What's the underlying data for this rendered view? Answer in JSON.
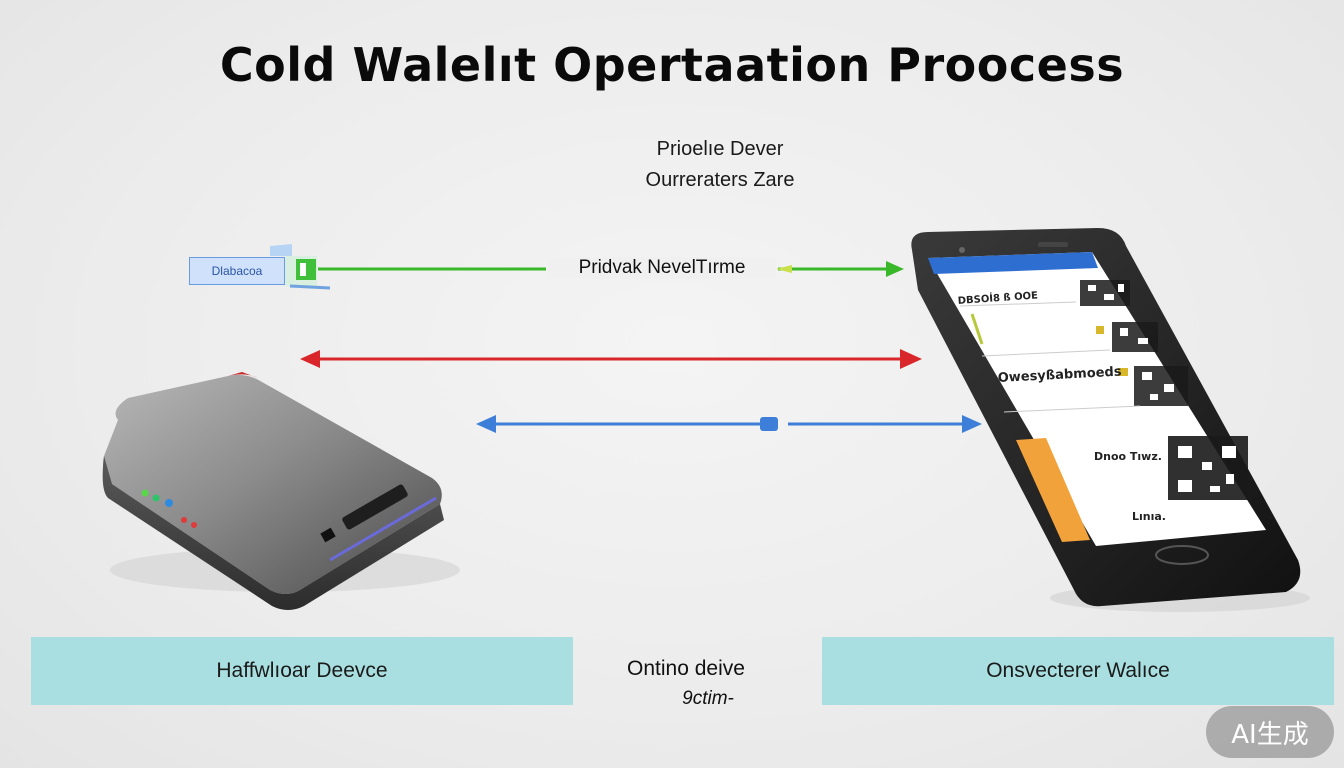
{
  "title": "Cold Walelıt Opertaation Proocess",
  "top_labels": [
    "Prioelıe Dever",
    "Ourreraters Zare"
  ],
  "usb_label": "Dlabacoa",
  "arrow_label": "Pridvak NevelTırme",
  "phone_screen": {
    "row1": "DBSOİ8 ß OOE",
    "row2": "Owesyßabmoeds",
    "row3": "Dnoo\nTıwz.",
    "row4": "Lınıa."
  },
  "panels": {
    "left": "Haffwlıoar Deevce",
    "right": "Onsvecterer Walıce"
  },
  "middle_labels": [
    "Ontino deive",
    "9ctim-"
  ],
  "badge": "AI生成",
  "colors": {
    "green_arrow": "#39b82a",
    "red_arrow": "#d9262a",
    "blue_arrow": "#3d7fd8",
    "panel": "#a9dfe0"
  }
}
